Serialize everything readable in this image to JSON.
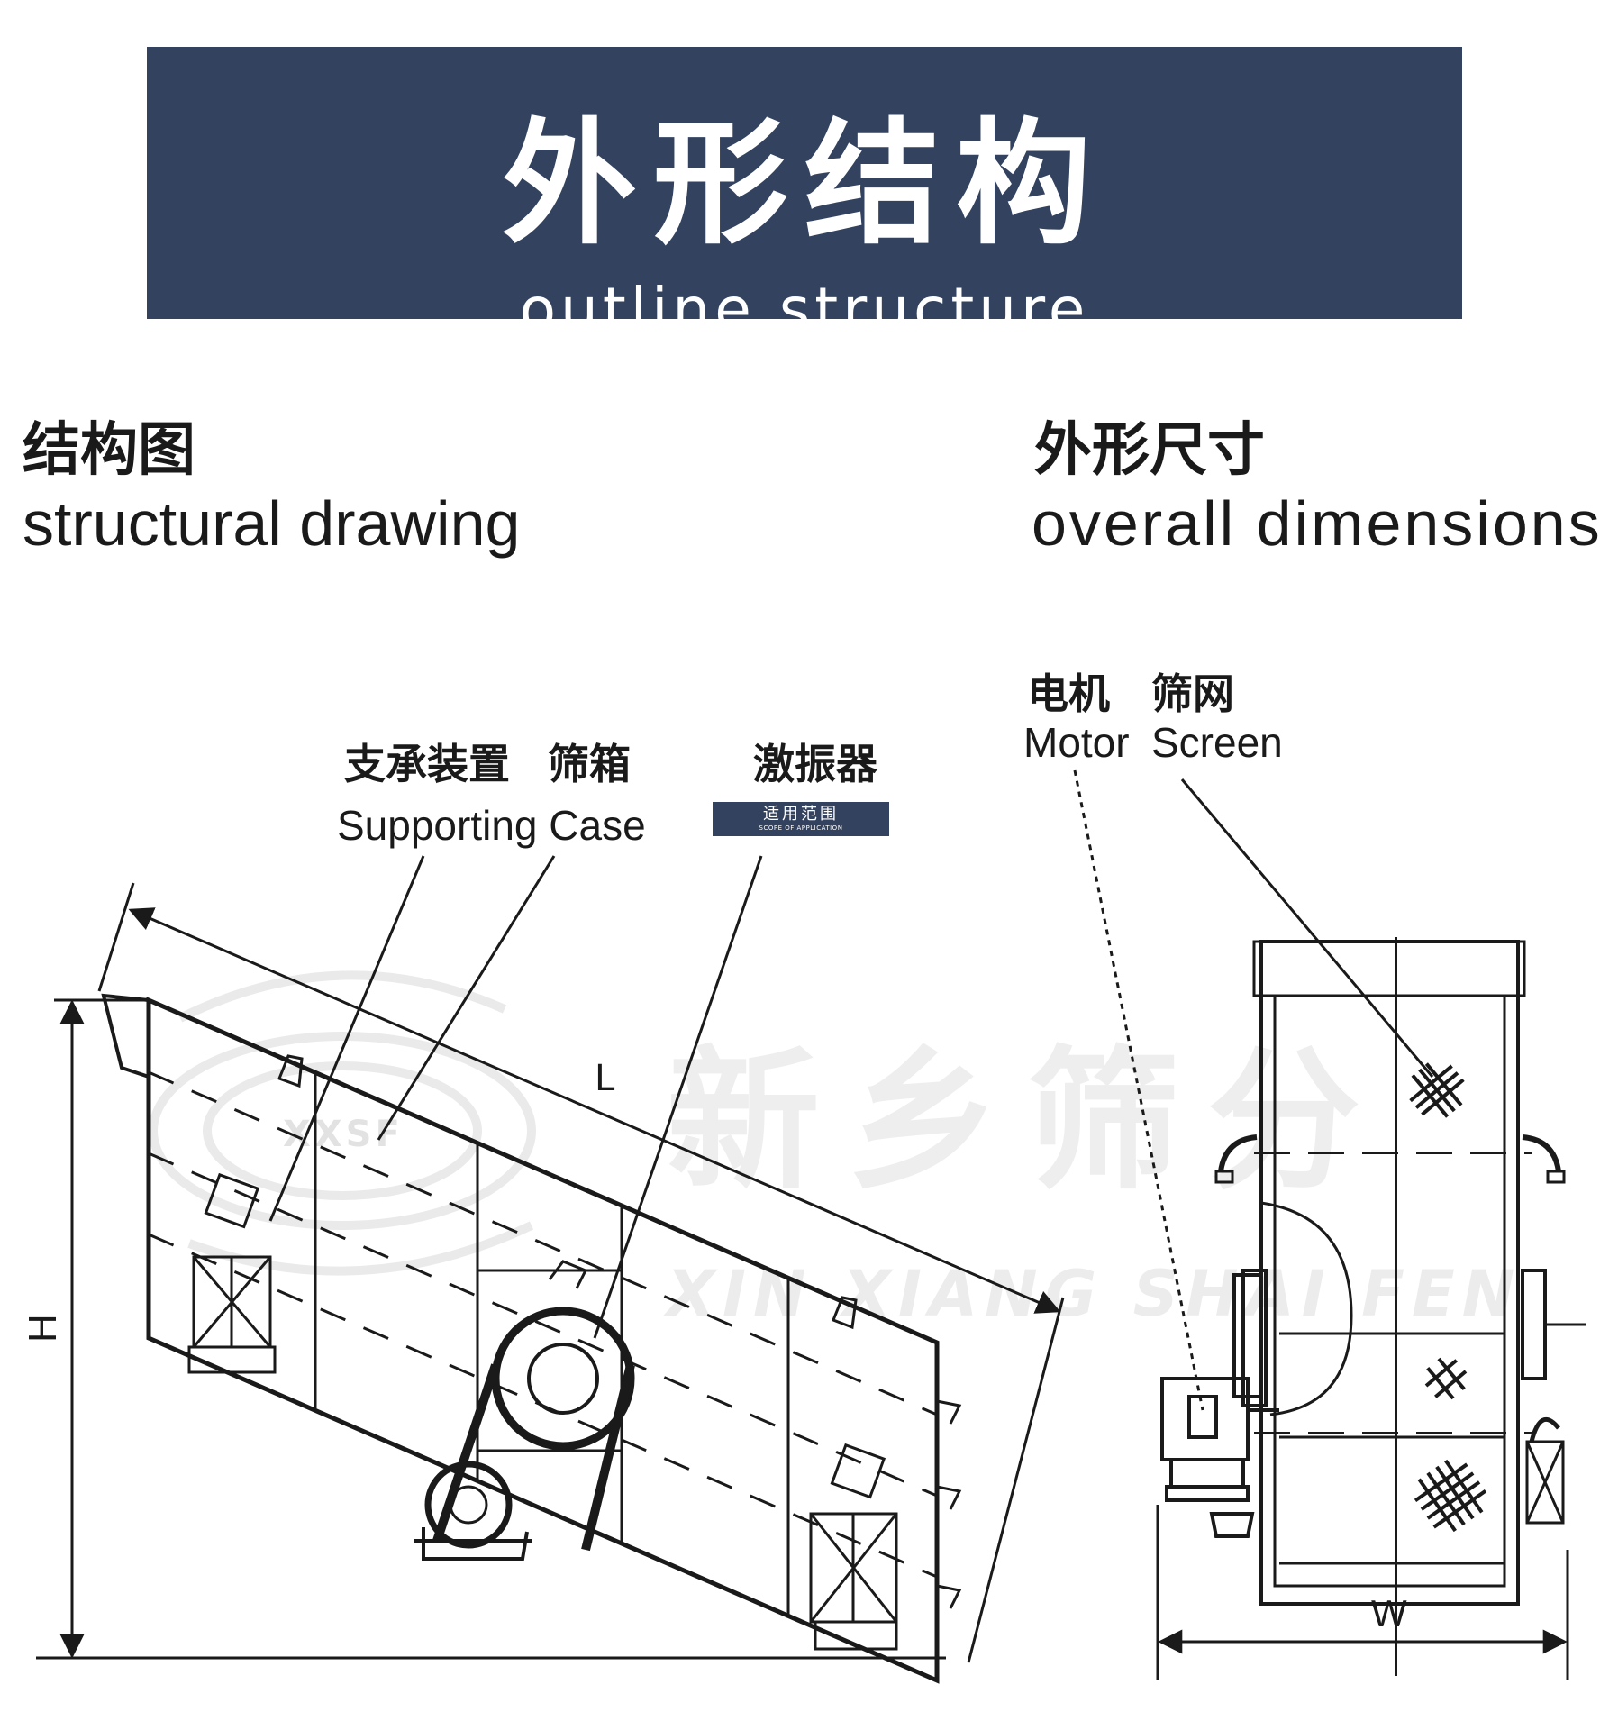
{
  "banner": {
    "title_cn": "外形结构",
    "title_en": "outline structure",
    "color": "#33435f"
  },
  "left_section": {
    "heading_cn": "结构图",
    "heading_en": "structural drawing",
    "labels": {
      "supporting_cn": "支承装置",
      "case_cn": "筛箱",
      "vibrator_cn": "激振器",
      "supporting_case_en": "Supporting Case",
      "length": "L",
      "height": "H"
    },
    "badge": {
      "title": "适用范围",
      "subtitle": "SCOPE OF APPLICATION"
    }
  },
  "right_section": {
    "heading_cn": "外形尺寸",
    "heading_en": "overall dimensions",
    "labels": {
      "motor_cn": "电机",
      "screen_cn": "筛网",
      "motor_en": "Motor",
      "screen_en": "Screen",
      "width": "W"
    }
  },
  "watermark": {
    "company_cn": "新乡筛分",
    "company_en": "XIN XIANG SHAI FEN",
    "logo_text": "XXSF"
  },
  "colors": {
    "line": "#1a1a1a",
    "watermark": "#a0a0a0"
  }
}
